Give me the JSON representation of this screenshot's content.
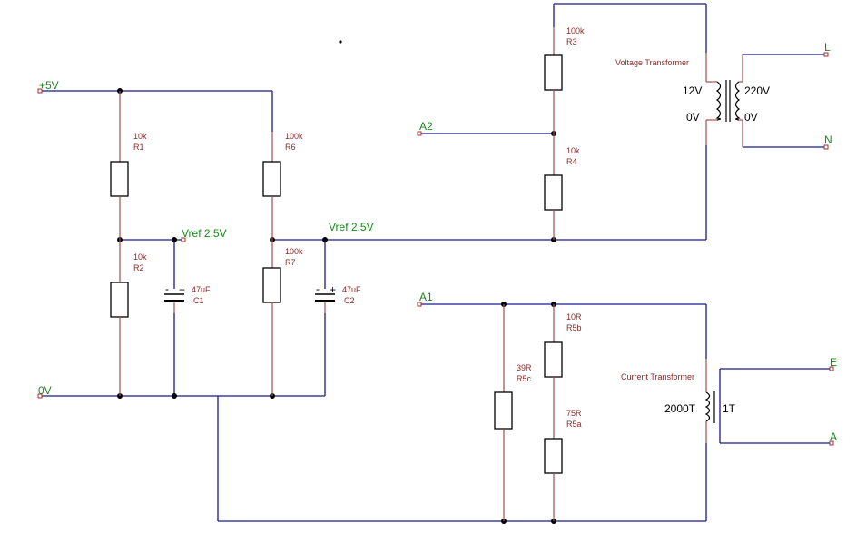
{
  "nets": {
    "plus5v": "+5V",
    "zerov": "0V",
    "vref1": "Vref 2.5V",
    "vref2": "Vref 2.5V",
    "a2": "A2",
    "a1": "A1",
    "l": "L",
    "n": "N",
    "e": "E",
    "a": "A"
  },
  "components": {
    "r1": {
      "value": "10k",
      "ref": "R1"
    },
    "r2": {
      "value": "10k",
      "ref": "R2"
    },
    "r6": {
      "value": "100k",
      "ref": "R6"
    },
    "r7": {
      "value": "100k",
      "ref": "R7"
    },
    "c1": {
      "value": "47uF",
      "ref": "C1"
    },
    "c2": {
      "value": "47uF",
      "ref": "C2"
    },
    "r3": {
      "value": "100k",
      "ref": "R3"
    },
    "r4": {
      "value": "10k",
      "ref": "R4"
    },
    "r5b": {
      "value": "10R",
      "ref": "R5b"
    },
    "r5a": {
      "value": "75R",
      "ref": "R5a"
    },
    "r5c": {
      "value": "39R",
      "ref": "R5c"
    }
  },
  "transformers": {
    "voltage": {
      "title": "Voltage Transformer",
      "primary_top": "12V",
      "primary_bottom": "0V",
      "secondary_top": "220V",
      "secondary_bottom": "0V"
    },
    "current": {
      "title": "Current Transformer",
      "left": "2000T",
      "right": "1T"
    }
  },
  "polarity": {
    "plus": "+",
    "minus": "-"
  },
  "colors": {
    "wire": "#1a1a8c",
    "lead": "#a05050",
    "net_label": "#1a8a1a",
    "component_label": "#8b2a2a"
  }
}
